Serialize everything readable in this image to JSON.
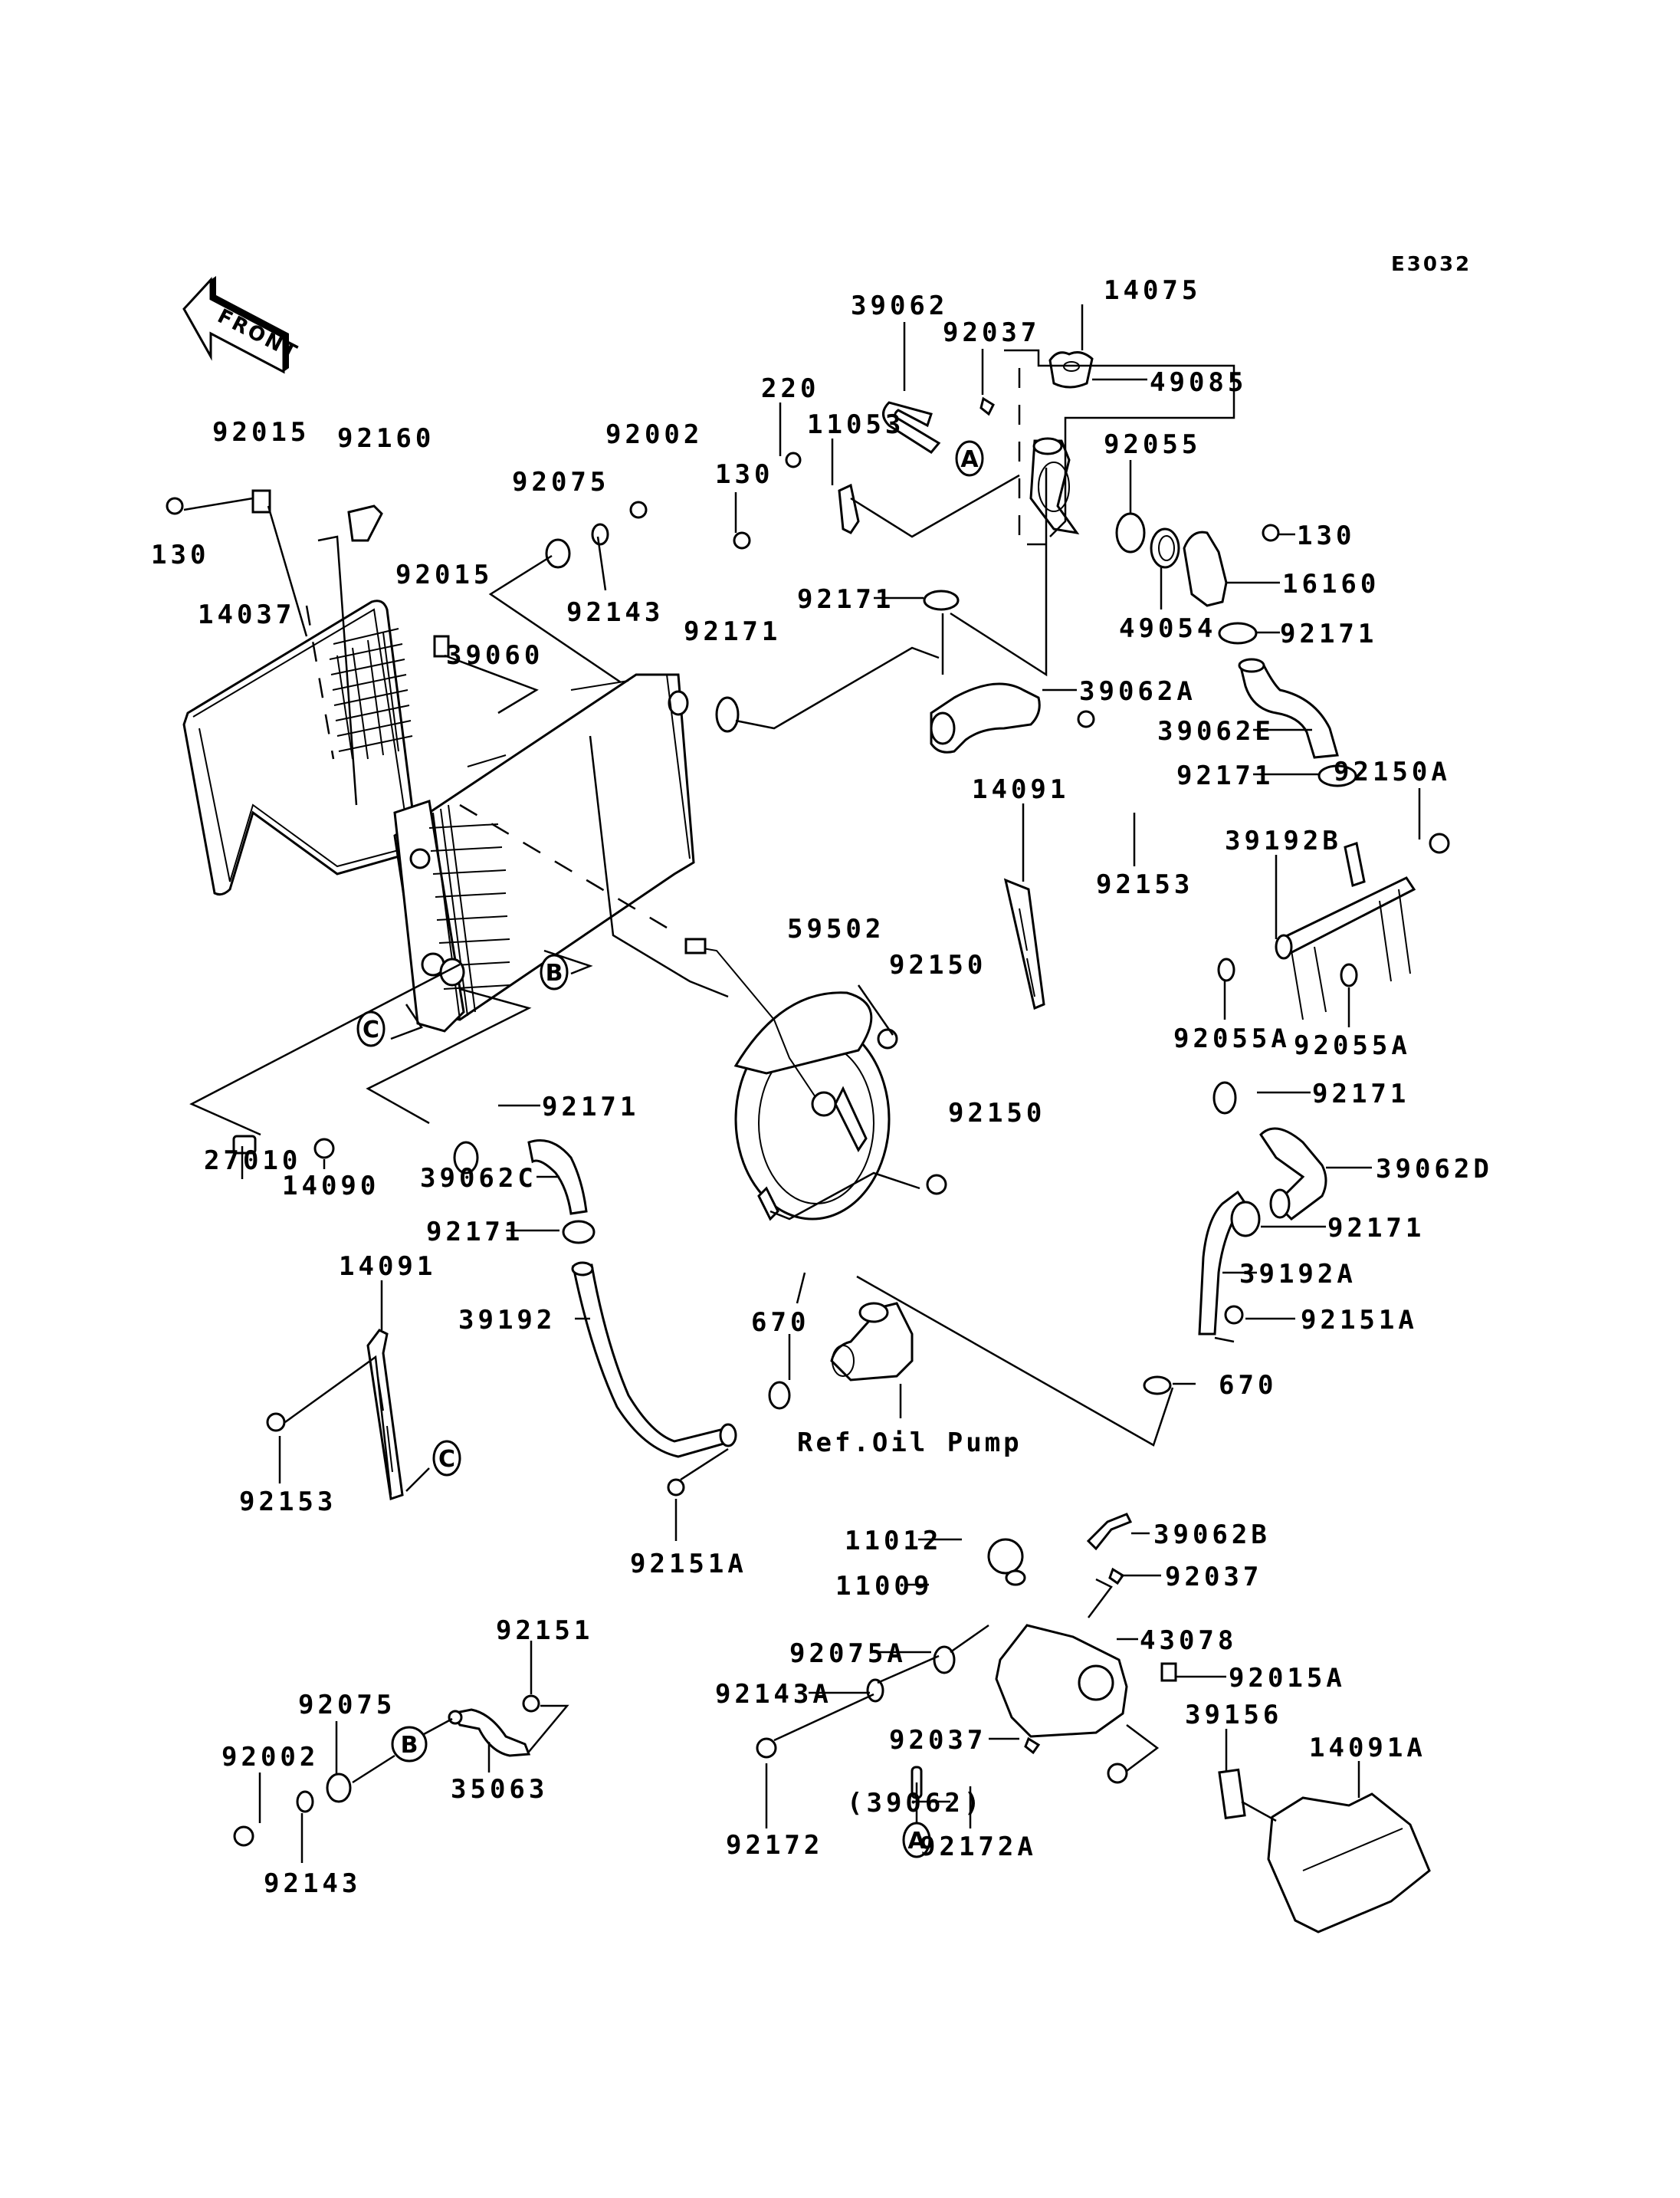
{
  "diagram": {
    "code": "E3032",
    "front_arrow_label": "FRONT",
    "reference_note": "Ref.Oil Pump",
    "colors": {
      "line": "#000000",
      "background": "#ffffff"
    },
    "labels": [
      {
        "id": "l-14075",
        "text": "14075",
        "part": "radiator-filler-neck-assy"
      },
      {
        "id": "l-39062-top",
        "text": "39062",
        "part": "overflow-hose"
      },
      {
        "id": "l-92037-top",
        "text": "92037",
        "part": "hose-clip"
      },
      {
        "id": "l-49085",
        "text": "49085",
        "part": "radiator-cap"
      },
      {
        "id": "l-220",
        "text": "220",
        "part": "screw"
      },
      {
        "id": "l-11053",
        "text": "11053",
        "part": "bracket"
      },
      {
        "id": "l-92055",
        "text": "92055",
        "part": "o-ring"
      },
      {
        "id": "l-130-center",
        "text": "130",
        "part": "bolt"
      },
      {
        "id": "l-130-right",
        "text": "130",
        "part": "bolt"
      },
      {
        "id": "l-16160",
        "text": "16160",
        "part": "thermostat-cover"
      },
      {
        "id": "l-92171-center",
        "text": "92171",
        "part": "hose-clamp"
      },
      {
        "id": "l-49054",
        "text": "49054",
        "part": "thermostat"
      },
      {
        "id": "l-92171-right1",
        "text": "92171",
        "part": "hose-clamp"
      },
      {
        "id": "l-39062A",
        "text": "39062A",
        "part": "hose"
      },
      {
        "id": "l-39062E",
        "text": "39062E",
        "part": "hose"
      },
      {
        "id": "l-92171-right2",
        "text": "92171",
        "part": "hose-clamp"
      },
      {
        "id": "l-92150A",
        "text": "92150A",
        "part": "bolt"
      },
      {
        "id": "l-39192B",
        "text": "39192B",
        "part": "water-pipe"
      },
      {
        "id": "l-14091-right",
        "text": "14091",
        "part": "bracket"
      },
      {
        "id": "l-92153-right",
        "text": "92153",
        "part": "bolt"
      },
      {
        "id": "l-92055A-1",
        "text": "92055A",
        "part": "o-ring"
      },
      {
        "id": "l-92055A-2",
        "text": "92055A",
        "part": "o-ring"
      },
      {
        "id": "l-92015-left",
        "text": "92015",
        "part": "nut"
      },
      {
        "id": "l-92160",
        "text": "92160",
        "part": "damper"
      },
      {
        "id": "l-130-left",
        "text": "130",
        "part": "bolt"
      },
      {
        "id": "l-14037",
        "text": "14037",
        "part": "radiator-screen"
      },
      {
        "id": "l-92002-top",
        "text": "92002",
        "part": "bolt"
      },
      {
        "id": "l-92075-top",
        "text": "92075",
        "part": "grommet"
      },
      {
        "id": "l-92143-top",
        "text": "92143",
        "part": "collar"
      },
      {
        "id": "l-92015-mid",
        "text": "92015",
        "part": "nut"
      },
      {
        "id": "l-92171-mid",
        "text": "92171",
        "part": "hose-clamp"
      },
      {
        "id": "l-39060",
        "text": "39060",
        "part": "radiator"
      },
      {
        "id": "l-59502",
        "text": "59502",
        "part": "fan-assy"
      },
      {
        "id": "l-92150-1",
        "text": "92150",
        "part": "bolt"
      },
      {
        "id": "l-92150-2",
        "text": "92150",
        "part": "bolt"
      },
      {
        "id": "l-27010",
        "text": "27010",
        "part": "fan-switch"
      },
      {
        "id": "l-14090",
        "text": "14090",
        "part": "cap"
      },
      {
        "id": "l-92171-lower1",
        "text": "92171",
        "part": "hose-clamp"
      },
      {
        "id": "l-39062C",
        "text": "39062C",
        "part": "hose"
      },
      {
        "id": "l-92171-lower2",
        "text": "92171",
        "part": "hose-clamp"
      },
      {
        "id": "l-14091-left",
        "text": "14091",
        "part": "bracket"
      },
      {
        "id": "l-39192",
        "text": "39192",
        "part": "water-pipe"
      },
      {
        "id": "l-670-left",
        "text": "670",
        "part": "o-ring"
      },
      {
        "id": "l-92153-left",
        "text": "92153",
        "part": "bolt"
      },
      {
        "id": "l-92151A-left",
        "text": "92151A",
        "part": "bolt"
      },
      {
        "id": "l-92171-rl1",
        "text": "92171",
        "part": "hose-clamp"
      },
      {
        "id": "l-39062D",
        "text": "39062D",
        "part": "hose"
      },
      {
        "id": "l-92171-rl2",
        "text": "92171",
        "part": "hose-clamp"
      },
      {
        "id": "l-39192A",
        "text": "39192A",
        "part": "water-pipe"
      },
      {
        "id": "l-92151A-right",
        "text": "92151A",
        "part": "bolt"
      },
      {
        "id": "l-670-right",
        "text": "670",
        "part": "o-ring"
      },
      {
        "id": "l-11012",
        "text": "11012",
        "part": "reserve-tank-cap"
      },
      {
        "id": "l-39062B",
        "text": "39062B",
        "part": "hose"
      },
      {
        "id": "l-11009",
        "text": "11009",
        "part": "gasket"
      },
      {
        "id": "l-92037-b1",
        "text": "92037",
        "part": "hose-clip"
      },
      {
        "id": "l-43078",
        "text": "43078",
        "part": "reserve-tank"
      },
      {
        "id": "l-92075A",
        "text": "92075A",
        "part": "grommet"
      },
      {
        "id": "l-92015A",
        "text": "92015A",
        "part": "nut"
      },
      {
        "id": "l-92143A",
        "text": "92143A",
        "part": "collar"
      },
      {
        "id": "l-39156",
        "text": "39156",
        "part": "pad"
      },
      {
        "id": "l-14091A",
        "text": "14091A",
        "part": "cover"
      },
      {
        "id": "l-92037-b2",
        "text": "92037",
        "part": "hose-clip"
      },
      {
        "id": "l-39062-paren",
        "text": "(39062)",
        "part": "overflow-hose"
      },
      {
        "id": "l-92172",
        "text": "92172",
        "part": "bolt"
      },
      {
        "id": "l-92172A",
        "text": "92172A",
        "part": "bolt"
      },
      {
        "id": "l-92151",
        "text": "92151",
        "part": "bolt"
      },
      {
        "id": "l-92075-bot",
        "text": "92075",
        "part": "grommet"
      },
      {
        "id": "l-92002-bot",
        "text": "92002",
        "part": "bolt"
      },
      {
        "id": "l-35063",
        "text": "35063",
        "part": "bracket"
      },
      {
        "id": "l-92143-bot",
        "text": "92143",
        "part": "collar"
      }
    ],
    "reference_bubbles": [
      {
        "id": "b-A-top",
        "text": "A"
      },
      {
        "id": "b-A-bot",
        "text": "A"
      },
      {
        "id": "b-B-top",
        "text": "B"
      },
      {
        "id": "b-B-bot",
        "text": "B"
      },
      {
        "id": "b-C-top",
        "text": "C"
      },
      {
        "id": "b-C-bot",
        "text": "C"
      }
    ]
  }
}
